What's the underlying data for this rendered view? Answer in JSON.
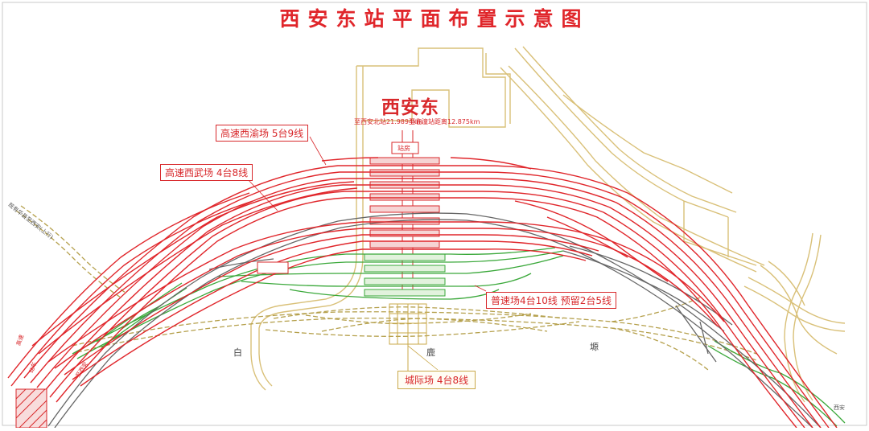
{
  "title": "西安东站平面布置示意图",
  "station": {
    "name": "西安东",
    "sub_left": "至西安北站21.9894km",
    "sub_right": "至临潼站距离12.875km",
    "building_label": "站房"
  },
  "yards": {
    "xiyu": "高速西渝场 5台9线",
    "xiwu": "高速西武场 4台8线",
    "pusu": "普速场4台10线 预留2台5线",
    "chengji": "城际场 4台8线"
  },
  "places": [
    "白",
    "鹿",
    "塬"
  ],
  "annotations": {
    "left_line": "既有华县至西安(上行)",
    "left_side_red": "高速",
    "left_side_red2": "动车",
    "left_green": "至西安",
    "right_bottom": "西安"
  },
  "colors": {
    "high_speed": "#e0262b",
    "conventional": "#3aa83a",
    "existing": "#555555",
    "city": "#c9a84a",
    "title": "#e0262b"
  }
}
